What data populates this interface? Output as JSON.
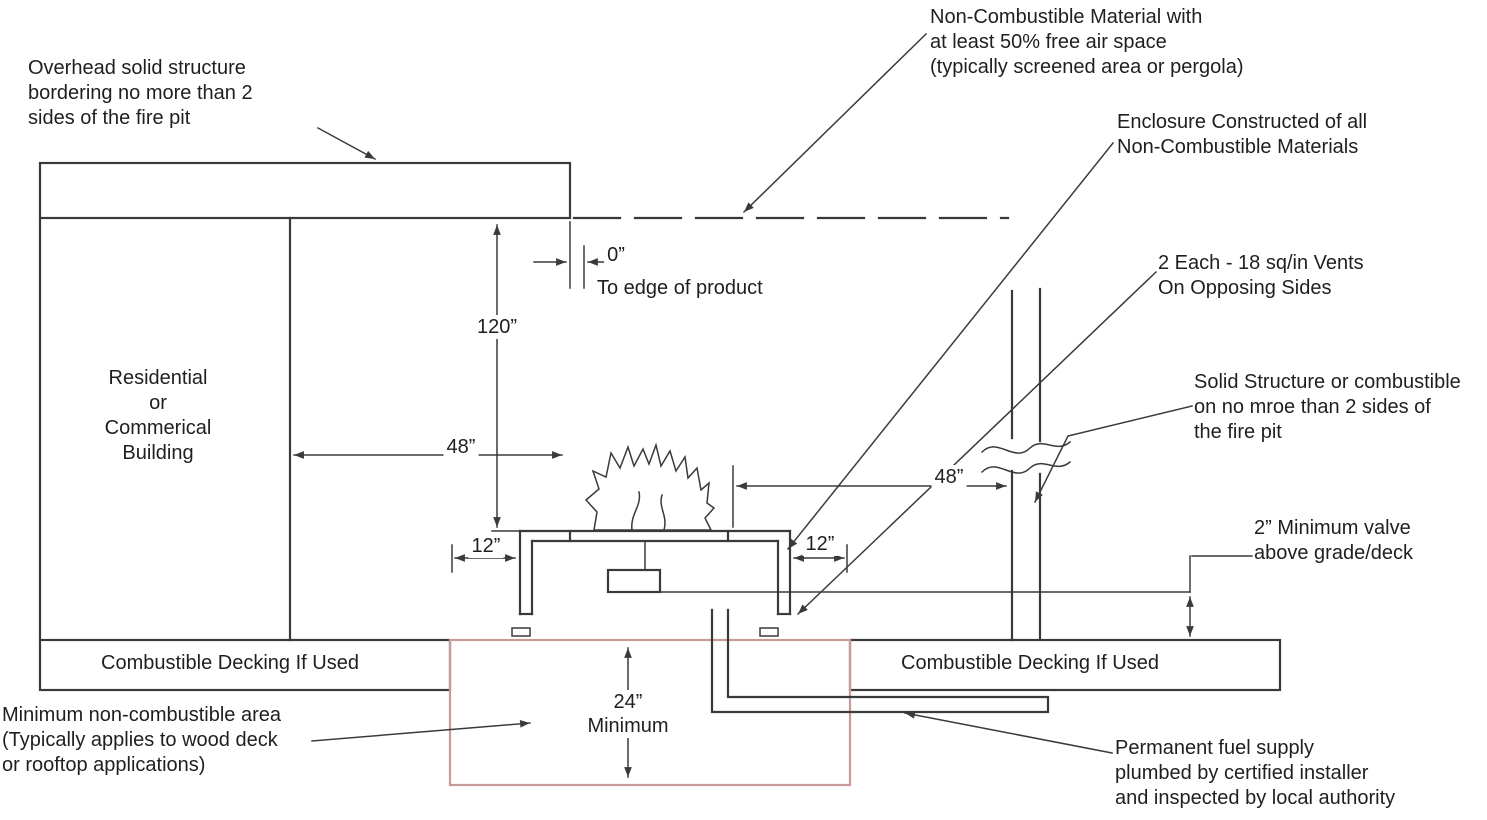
{
  "diagram": {
    "labels": {
      "overhead": "Overhead solid structure\nbordering no more than 2\nsides of the fire pit",
      "non_combustible_material": "Non-Combustible Material with\nat least 50% free air space\n(typically screened area or pergola)",
      "enclosure": "Enclosure Constructed of all\nNon-Combustible Materials",
      "vents": "2 Each - 18 sq/in Vents\nOn Opposing Sides",
      "solid_structure": "Solid Structure or combustible\non no mroe than 2 sides of\nthe fire pit",
      "valve": "2” Minimum valve\nabove grade/deck",
      "building": "Residential\nor\nCommerical\nBuilding",
      "decking_left": "Combustible Decking If Used",
      "decking_right": "Combustible Decking If Used",
      "min_noncombustible": "Minimum non-combustible area\n(Typically applies to wood deck\nor rooftop applications)",
      "fuel_supply": "Permanent fuel supply\nplumbed by certified installer\nand inspected by local authority"
    },
    "dimensions": {
      "zero": "0”",
      "zero_note": "To edge of product",
      "d120": "120”",
      "d48_left": "48”",
      "d48_right": "48”",
      "d12_left": "12”",
      "d12_right": "12”",
      "d24": "24”\nMinimum"
    },
    "colors": {
      "line_color": "#3a3a3a",
      "noncombustible_outline": "#c89a9a"
    }
  }
}
